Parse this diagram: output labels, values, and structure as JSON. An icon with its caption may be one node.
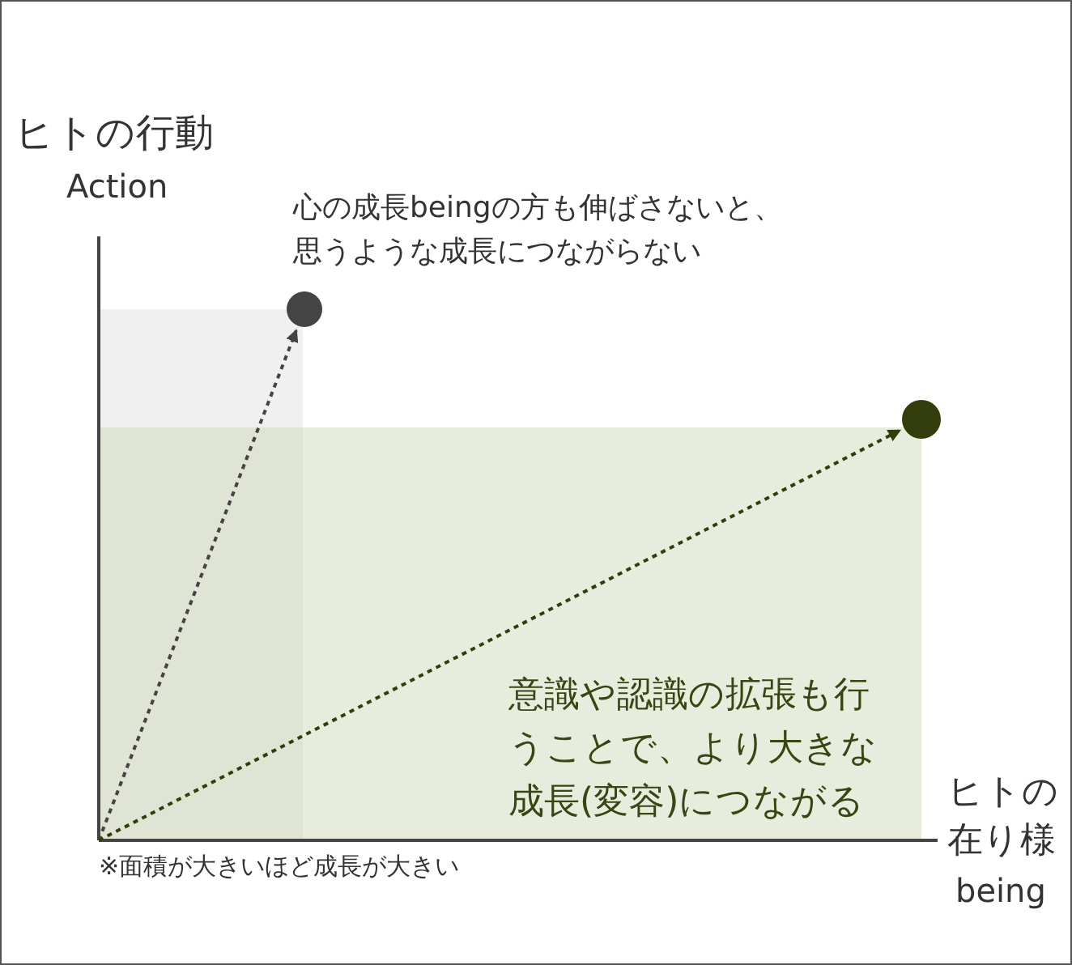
{
  "diagram": {
    "nodes": [
      {
        "text": [],
        "shape": "circle",
        "beside": [
          "心の成長beingの方も伸ばさないと、思うような成長につながらない"
        ]
      },
      {
        "text": [],
        "shape": "circle"
      }
    ],
    "edges": [
      {
        "from": null,
        "to": 0,
        "arrow": "to",
        "style": "dashed",
        "color": "#444444"
      },
      {
        "from": null,
        "to": 1,
        "arrow": "to",
        "style": "dashed",
        "color": "#333d0c"
      }
    ],
    "labels": [
      "ヒトの行動",
      "Action",
      "意識や認識の拡張も行うことで、より大きな成長(変容)につながる",
      "ヒトの在り様",
      "being",
      "※面積が大きいほど成長が大きい"
    ]
  }
}
